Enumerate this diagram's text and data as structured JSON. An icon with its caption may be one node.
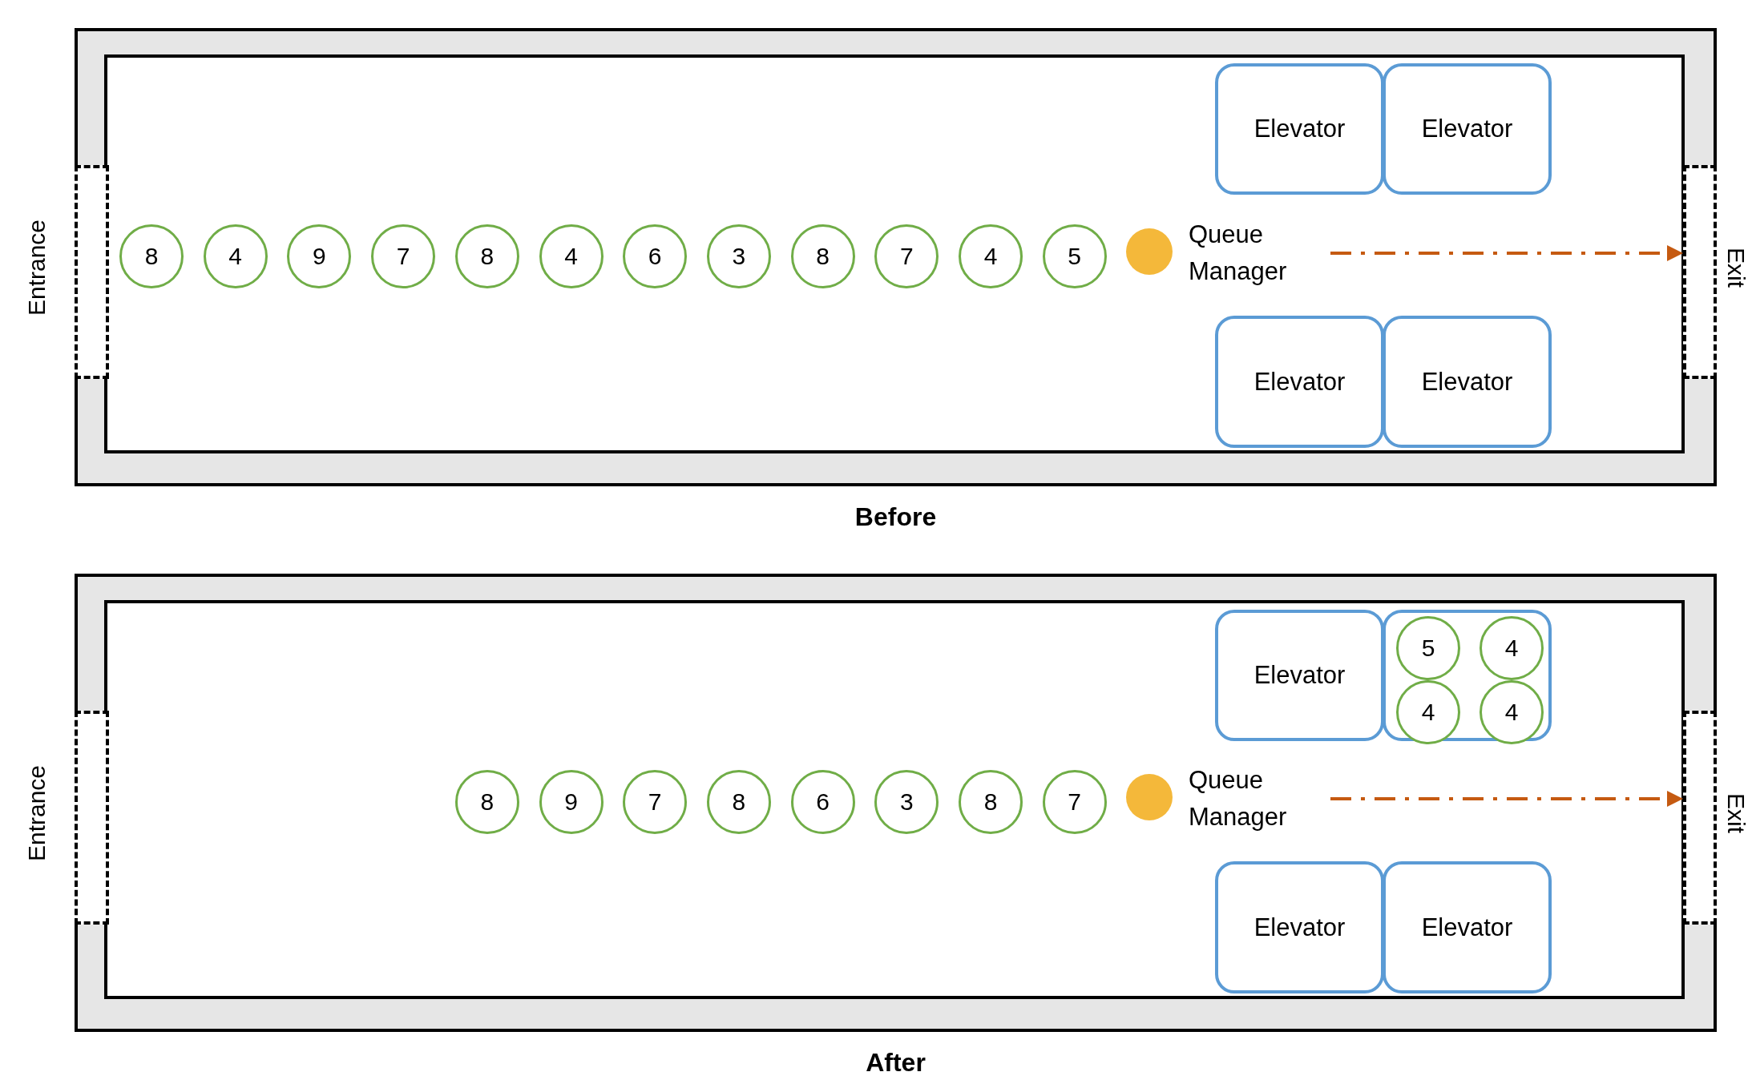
{
  "diagram": {
    "nodes": [
      {
        "text": [
          "Before"
        ]
      },
      {
        "text": [],
        "shape": "box",
        "in": 0,
        "beside": [
          "Entrance"
        ]
      },
      {
        "text": [
          "8"
        ],
        "in": 0
      },
      {
        "text": [
          "4"
        ],
        "in": 0
      },
      {
        "text": [
          "9"
        ],
        "in": 0
      },
      {
        "text": [
          "7"
        ],
        "in": 0
      },
      {
        "text": [
          "8"
        ],
        "in": 0
      },
      {
        "text": [
          "4"
        ],
        "in": 0
      },
      {
        "text": [
          "6"
        ],
        "in": 0
      },
      {
        "text": [
          "3"
        ],
        "in": 0
      },
      {
        "text": [
          "8"
        ],
        "in": 0
      },
      {
        "text": [
          "7"
        ],
        "in": 0
      },
      {
        "text": [
          "4"
        ],
        "in": 0
      },
      {
        "text": [
          "5"
        ],
        "in": 0
      },
      {
        "text": [],
        "shape": "circle",
        "in": 0,
        "beside": [
          "Queue Manager"
        ]
      },
      {
        "text": [
          "Elevator"
        ],
        "in": 0
      },
      {
        "text": [
          "Elevator"
        ],
        "in": 0
      },
      {
        "text": [
          "Elevator"
        ],
        "in": 0
      },
      {
        "text": [
          "Elevator"
        ],
        "in": 0
      },
      {
        "text": [],
        "shape": "box",
        "in": 0,
        "beside": [
          "Exit"
        ]
      },
      {
        "text": [
          "After"
        ]
      },
      {
        "text": [],
        "shape": "box",
        "in": 20,
        "beside": [
          "Entrance"
        ]
      },
      {
        "text": [
          "8"
        ],
        "in": 20
      },
      {
        "text": [
          "9"
        ],
        "in": 20
      },
      {
        "text": [
          "7"
        ],
        "in": 20
      },
      {
        "text": [
          "8"
        ],
        "in": 20
      },
      {
        "text": [
          "6"
        ],
        "in": 20
      },
      {
        "text": [
          "3"
        ],
        "in": 20
      },
      {
        "text": [
          "8"
        ],
        "in": 20
      },
      {
        "text": [
          "7"
        ],
        "in": 20
      },
      {
        "text": [],
        "shape": "circle",
        "in": 20,
        "beside": [
          "Queue Manager"
        ]
      },
      {
        "text": [
          "Elevator"
        ],
        "in": 20
      },
      {
        "text": [],
        "shape": "box",
        "in": 20
      },
      {
        "text": [
          "5"
        ],
        "in": 32
      },
      {
        "text": [
          "4"
        ],
        "in": 32
      },
      {
        "text": [
          "4"
        ],
        "in": 32
      },
      {
        "text": [
          "4"
        ],
        "in": 32
      },
      {
        "text": [
          "Elevator"
        ],
        "in": 20
      },
      {
        "text": [
          "Elevator"
        ],
        "in": 20
      },
      {
        "text": [],
        "shape": "box",
        "in": 20,
        "beside": [
          "Exit"
        ]
      }
    ],
    "edges": [
      {
        "from": 14,
        "to": 19,
        "arrow": "to",
        "style": "dashed",
        "color": "#c55a11"
      },
      {
        "from": 30,
        "to": 39,
        "arrow": "to",
        "style": "dashed",
        "color": "#c55a11"
      }
    ]
  }
}
